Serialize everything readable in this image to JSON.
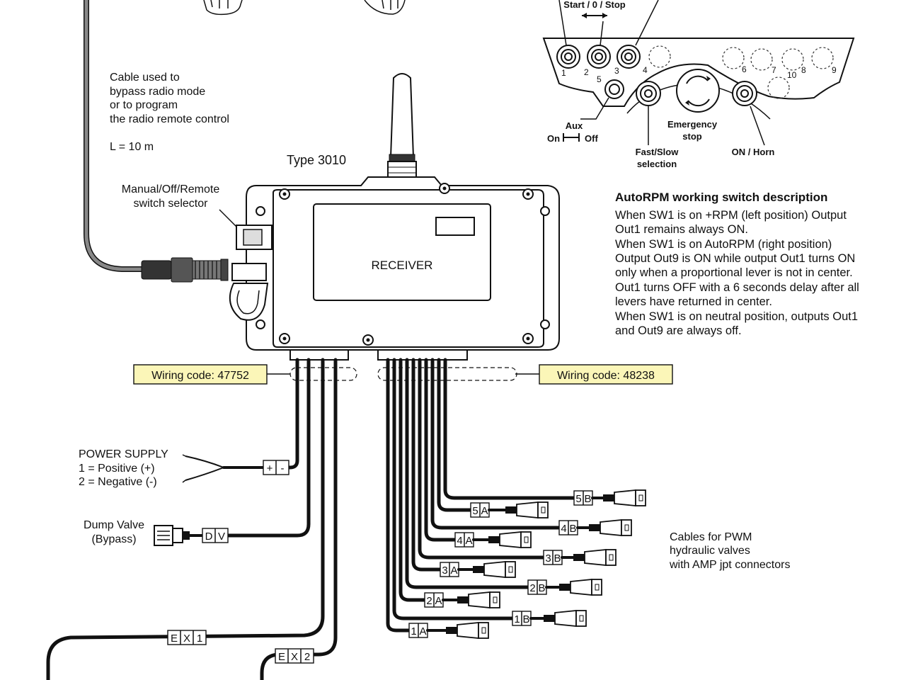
{
  "cable_note": {
    "lines": [
      "Cable  used to",
      "bypass radio mode",
      "or to program",
      "the radio remote control"
    ],
    "length": "L = 10 m"
  },
  "receiver": {
    "type_label": "Type 3010",
    "label": "RECEIVER"
  },
  "selector_label": {
    "lines": [
      "Manual/Off/Remote",
      "switch selector"
    ]
  },
  "wiring_codes": {
    "left": "Wiring code: 47752",
    "right": "Wiring code: 48238"
  },
  "power_supply": {
    "lines": [
      "POWER SUPPLY",
      "1 = Positive (+)",
      "2 = Negative (-)"
    ],
    "tag": [
      "+",
      "-"
    ]
  },
  "dump_valve": {
    "lines": [
      "Dump Valve",
      "(Bypass)"
    ],
    "tag": [
      "D",
      "V"
    ]
  },
  "ex_tags": [
    [
      "E",
      "X",
      "1"
    ],
    [
      "E",
      "X",
      "2"
    ]
  ],
  "pwm_note": {
    "lines": [
      "Cables for PWM",
      "hydraulic valves",
      "with AMP jpt connectors"
    ]
  },
  "valve_tags": [
    [
      "5",
      "B"
    ],
    [
      "5",
      "A"
    ],
    [
      "4",
      "B"
    ],
    [
      "4",
      "A"
    ],
    [
      "3",
      "B"
    ],
    [
      "3",
      "A"
    ],
    [
      "2",
      "B"
    ],
    [
      "2",
      "A"
    ],
    [
      "1",
      "B"
    ],
    [
      "1",
      "A"
    ]
  ],
  "autorpm": {
    "title": "AutoRPM working switch description",
    "lines": [
      "When SW1 is on +RPM (left position) Output",
      "Out1 remains always ON.",
      "When SW1 is on AutoRPM (right position)",
      "Output Out9 is ON while output Out1 turns ON",
      "only when a proportional lever is not in center.",
      "Out1 turns OFF with a 6 seconds delay after all",
      "levers have returned in center.",
      "When SW1 is on neutral position, outputs Out1",
      "and Out9 are always off."
    ]
  },
  "panel": {
    "start_stop": "Start / 0 / Stop",
    "numbers": [
      "1",
      "2",
      "3",
      "4",
      "5",
      "6",
      "7",
      "10",
      "8",
      "9"
    ],
    "aux": "Aux",
    "on": "On",
    "off": "Off",
    "emergency": [
      "Emergency",
      "stop"
    ],
    "fast_slow": [
      "Fast/Slow",
      "selection"
    ],
    "on_horn": "ON / Horn"
  }
}
